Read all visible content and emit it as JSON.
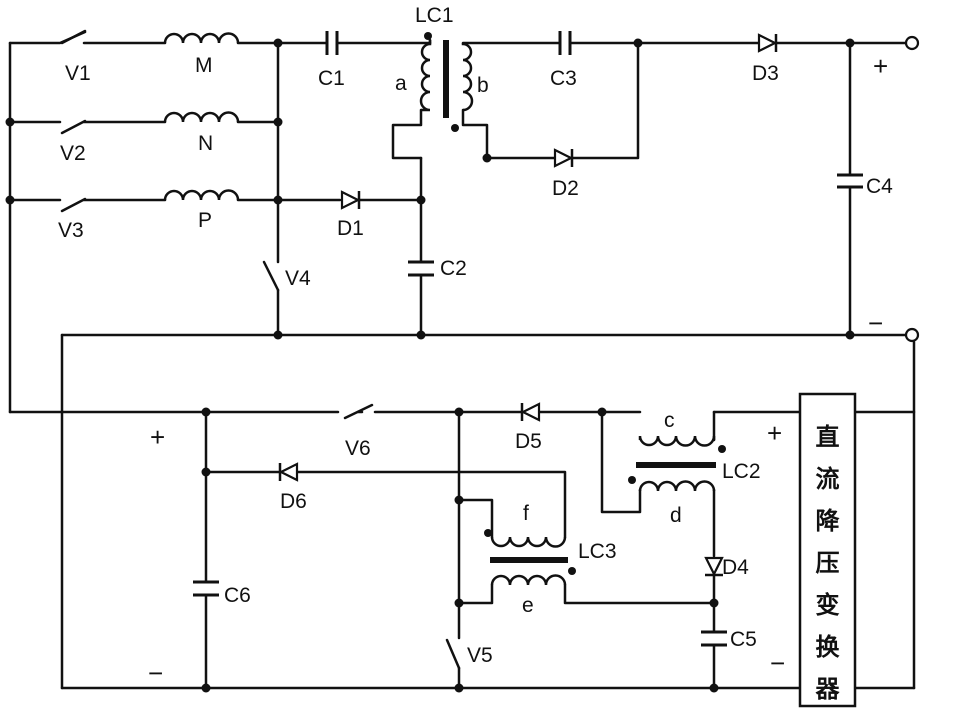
{
  "title_label": "LC1",
  "switches": {
    "v1": "V1",
    "v2": "V2",
    "v3": "V3",
    "v4": "V4",
    "v5": "V5",
    "v6": "V6"
  },
  "inductors": {
    "m": "M",
    "n": "N",
    "p": "P"
  },
  "capacitors": {
    "c1": "C1",
    "c2": "C2",
    "c3": "C3",
    "c4": "C4",
    "c5": "C5",
    "c6": "C6"
  },
  "diodes": {
    "d1": "D1",
    "d2": "D2",
    "d3": "D3",
    "d4": "D4",
    "d5": "D5",
    "d6": "D6"
  },
  "transformers": {
    "lc2": "LC2",
    "lc3": "LC3"
  },
  "windings": {
    "a": "a",
    "b": "b",
    "c": "c",
    "d": "d",
    "e": "e",
    "f": "f"
  },
  "polarity": {
    "plus": "+",
    "minus": "−"
  },
  "converter": {
    "chars": [
      "直",
      "流",
      "降",
      "压",
      "变",
      "换",
      "器"
    ]
  }
}
